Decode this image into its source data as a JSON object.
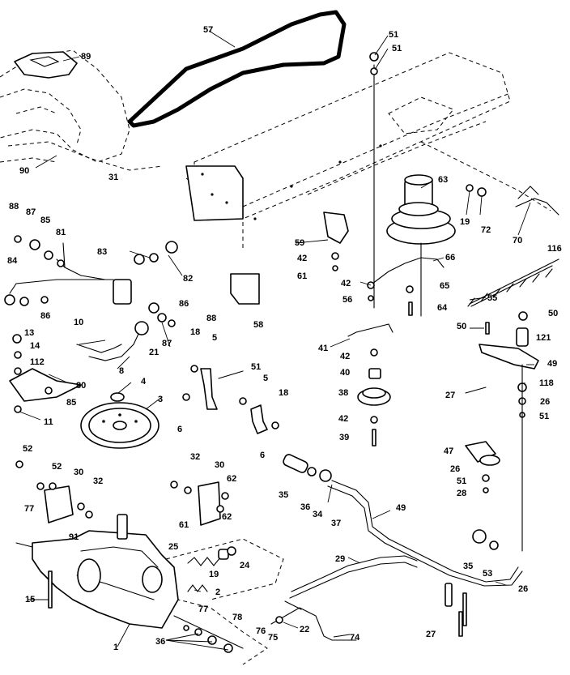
{
  "diagram": {
    "part_numbers": [
      "57",
      "89",
      "90",
      "31",
      "51",
      "51",
      "63",
      "19",
      "72",
      "70",
      "116",
      "88",
      "87",
      "85",
      "81",
      "83",
      "82",
      "84",
      "86",
      "86",
      "88",
      "87",
      "10",
      "21",
      "8",
      "13",
      "14",
      "112",
      "80",
      "85",
      "11",
      "4",
      "3",
      "59",
      "42",
      "61",
      "42",
      "56",
      "66",
      "65",
      "64",
      "58",
      "18",
      "5",
      "51",
      "5",
      "18",
      "6",
      "6",
      "41",
      "42",
      "40",
      "38",
      "42",
      "39",
      "55",
      "50",
      "50",
      "121",
      "49",
      "118",
      "27",
      "26",
      "51",
      "52",
      "52",
      "30",
      "32",
      "77",
      "91",
      "15",
      "1",
      "25",
      "19",
      "24",
      "2",
      "77",
      "32",
      "30",
      "62",
      "61",
      "62",
      "35",
      "36",
      "34",
      "37",
      "49",
      "47",
      "26",
      "51",
      "28",
      "29",
      "22",
      "74",
      "78",
      "76",
      "75",
      "36",
      "35",
      "53",
      "26",
      "27"
    ]
  }
}
